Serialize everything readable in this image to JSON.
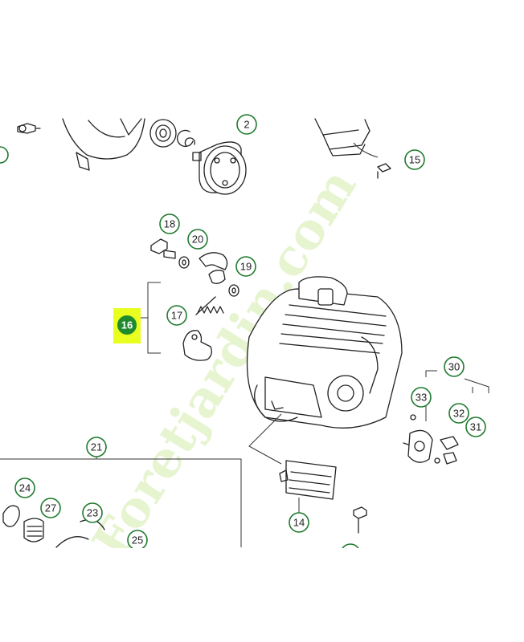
{
  "callouts": {
    "c1": "2",
    "c2": "15",
    "c3": "18",
    "c4": "20",
    "c5": "19",
    "c6": "17",
    "c7": "16",
    "c8": "30",
    "c9": "33",
    "c10": "32",
    "c11": "31",
    "c12": "21",
    "c13": "24",
    "c14": "27",
    "c15": "23",
    "c16": "25",
    "c17": "14"
  },
  "highlight": {
    "label": "16",
    "color": "#e8ff1f"
  },
  "watermark": {
    "text": "Foretjardin.com",
    "color_green": "#b8e07a",
    "color_orange": "#f3c9a2",
    "color_tan": "#c9c4b0"
  },
  "colors": {
    "callout_stroke": "#1f7a2e",
    "highlight_bg": "#e8ff1f"
  }
}
